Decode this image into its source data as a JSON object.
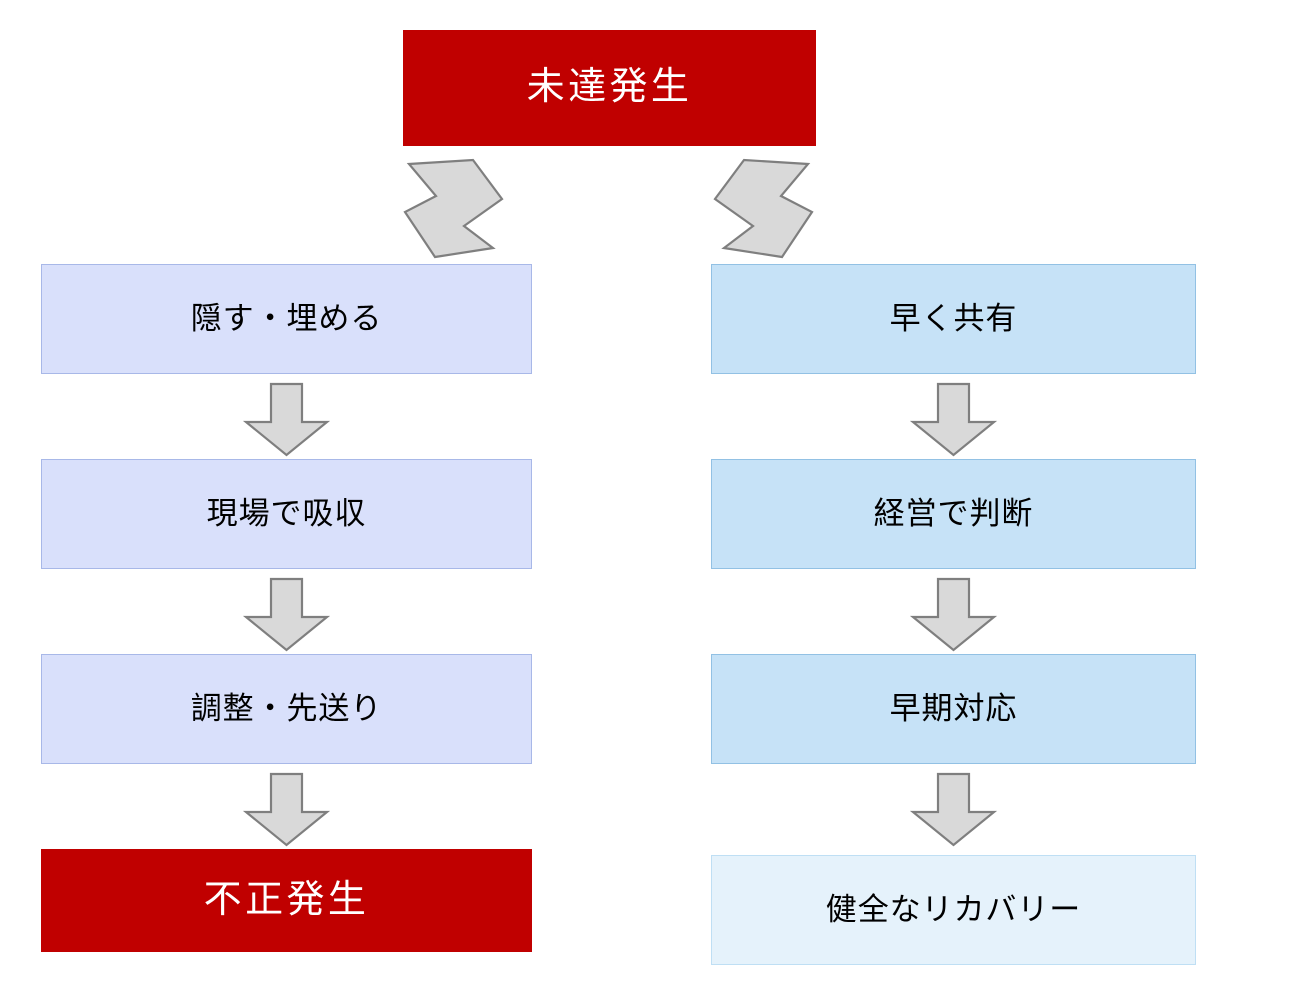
{
  "diagram": {
    "title_node": {
      "label": "未達発生"
    },
    "palette": {
      "danger_fill": "#c00000",
      "danger_text": "#ffffff",
      "left_fill": "#d9e0fb",
      "left_border": "#a8b8e8",
      "right_fill": "#c6e2f7",
      "right_border": "#92c1e4",
      "right_final_fill": "#e5f2fb",
      "right_final_border": "#bfdff4",
      "arrow_fill": "#d9d9d9",
      "arrow_stroke": "#7f7f7f",
      "background": "#ffffff"
    },
    "left_branch": {
      "name": "concealment-path",
      "steps": [
        {
          "label": "隠す・埋める"
        },
        {
          "label": "現場で吸収"
        },
        {
          "label": "調整・先送り"
        }
      ],
      "outcome": {
        "label": "不正発生"
      }
    },
    "right_branch": {
      "name": "disclosure-path",
      "steps": [
        {
          "label": "早く共有"
        },
        {
          "label": "経営で判断"
        },
        {
          "label": "早期対応"
        }
      ],
      "outcome": {
        "label": "健全なリカバリー"
      }
    },
    "connectors": {
      "branch_left": "diagonal-arrow-down-left",
      "branch_right": "diagonal-arrow-down-right",
      "step": "arrow-down"
    }
  }
}
